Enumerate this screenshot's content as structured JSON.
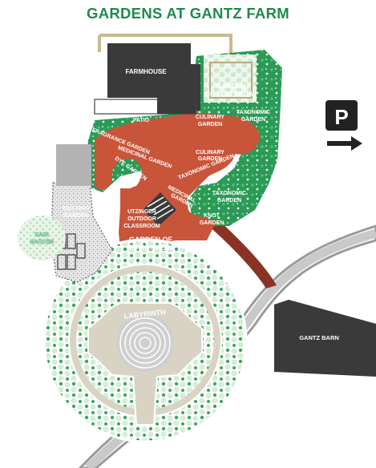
{
  "title": "GARDENS AT GANTZ FARM",
  "colors": {
    "title_green": "#1f8a4c",
    "garden_green": "#2a9a56",
    "shrub_light": "#d6ecd6",
    "path_red": "#c8553a",
    "road_brown": "#8a3324",
    "building_dark": "#3a3a3a",
    "labyrinth_tan": "#d9d3c4",
    "parking_sign": "#222222"
  },
  "labels": {
    "farmhouse": "FARMHOUSE",
    "patio": "PATIO",
    "garden_of_yesterday": [
      "GARDEN",
      "OF YESTERDAY"
    ],
    "culinary_garden_1": [
      "CULINARY",
      "GARDEN"
    ],
    "taxonomic_garden_1": [
      "TAXONOMIC",
      "GARDEN"
    ],
    "fragrance_garden": "FRAGRANCE GARDEN",
    "medicinal_garden_1": "MEDICINAL GARDEN",
    "dye_garden": "DYE GARDEN",
    "culinary_garden_2": [
      "CULINARY",
      "GARDEN"
    ],
    "taxonomic_garden_2": "TAXONOMIC GARDEN",
    "taxonomic_garden_3": [
      "TAXONOMIC",
      "GARDEN"
    ],
    "medicinal_garden_2": [
      "MEDICINAL",
      "GARDEN"
    ],
    "utzinger": [
      "UTZINGER",
      "OUTDOOR",
      "CLASSROOM"
    ],
    "knot_garden": [
      "KNOT",
      "GARDEN"
    ],
    "garden_of_tomorrow": [
      "GARDEN OF",
      "TOMORROW"
    ],
    "cutting_garden": [
      "CUTTING",
      "GARDEN"
    ],
    "rain_garden": [
      "RAIN",
      "GARDEN"
    ],
    "labyrinth": "LABYRINTH",
    "gantz_barn": "GANTZ BARN",
    "parking": "P"
  },
  "icons": {
    "parking": "parking-sign-icon",
    "direction": "arrow-right-icon"
  }
}
